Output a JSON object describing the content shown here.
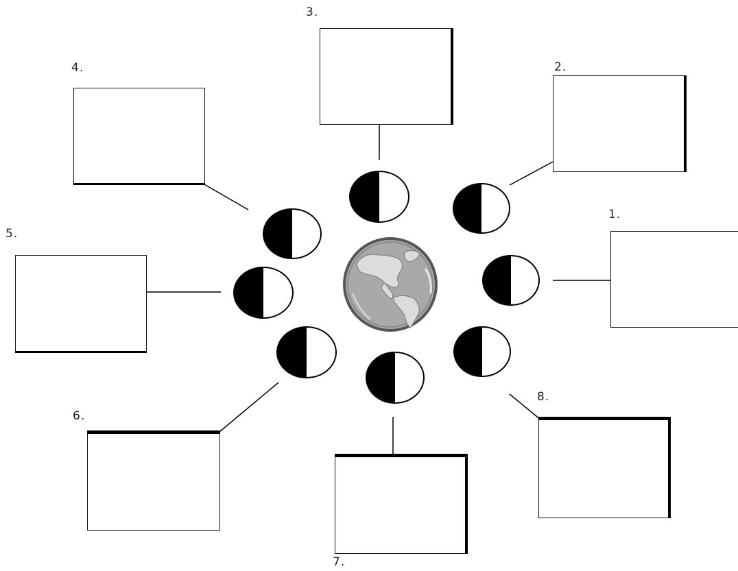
{
  "diagram": {
    "colors": {
      "ink": "#000000",
      "box_border": "#111111",
      "moon_lit": "#ffffff",
      "moon_dark": "#000000",
      "earth_ocean": "#a9a9a9",
      "earth_land": "#dcdcdc",
      "earth_rim": "#555555"
    },
    "center": {
      "icon": "earth-globe-icon"
    },
    "positions": [
      {
        "label": "1.",
        "moon_icon": "half-moon-icon"
      },
      {
        "label": "2.",
        "moon_icon": "half-moon-icon"
      },
      {
        "label": "3.",
        "moon_icon": "half-moon-icon"
      },
      {
        "label": "4.",
        "moon_icon": "half-moon-icon"
      },
      {
        "label": "5.",
        "moon_icon": "half-moon-icon"
      },
      {
        "label": "6.",
        "moon_icon": "half-moon-icon"
      },
      {
        "label": "7.",
        "moon_icon": "half-moon-icon"
      },
      {
        "label": "8.",
        "moon_icon": "half-moon-icon"
      }
    ]
  }
}
